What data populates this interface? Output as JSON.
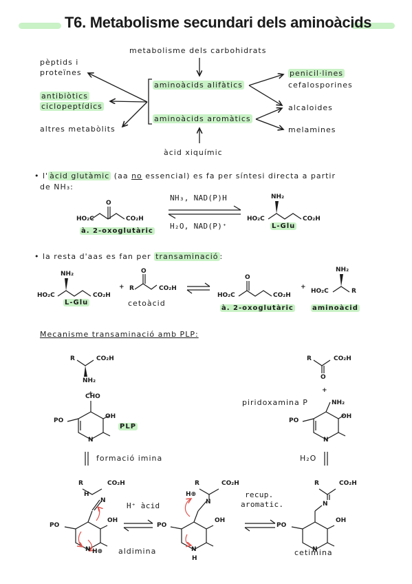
{
  "title": "T6. Metabolisme secundari dels aminoàcids",
  "top": {
    "carbohydrates": "metabolisme dels carbohidrats",
    "peptids_1": "pèptids i",
    "peptids_2": "proteïnes",
    "antibiotics_1": "antibiòtics",
    "antibiotics_2": "ciclopeptídics",
    "altres": "altres metabòlits",
    "aliphatic": "aminoàcids alifàtics",
    "aromatic": "aminoàcids aromàtics",
    "penicillines": "penicil·lines",
    "cefalosporines": "cefalosporines",
    "alcaloides": "alcaloides",
    "melamines": "melamines",
    "xiquimic": "àcid xiquímic"
  },
  "glu": {
    "line1_a": "• l'",
    "line1_hl": "àcid glutàmic",
    "line1_b": " (aa ",
    "line1_no": "no",
    "line1_c": " essencial) es fa per síntesi directa a partir",
    "line2": "de NH₃:",
    "reagent_top": "NH₃, NAD(P)H",
    "reagent_bottom": "H₂O, NAD(P)⁺",
    "left_label": "à. 2-oxoglutàric",
    "right_label": "L-Glu"
  },
  "trans": {
    "line": "• la resta d'aas es fan per ",
    "line_hl": "transaminació",
    "line_end": ":",
    "lglu": "L-Glu",
    "cetoacid": "cetoàcid",
    "oxo": "à. 2-oxoglutàric",
    "aminoacid": "aminoàcid"
  },
  "mech": {
    "heading": "Mecanisme transaminació amb PLP:",
    "plp": "PLP",
    "piridoxamina": "piridoxamina P",
    "formacio": "formació imina",
    "h2o": "H₂O",
    "aldimina": "aldimina",
    "cetimina": "cetimina",
    "hacid": "H⁺ àcid",
    "recup_1": "recup.",
    "recup_2": "aromatic."
  },
  "chem_labels": {
    "ho2c": "HO₂C",
    "co2h": "CO₂H",
    "nh2": "NH₂",
    "o": "O",
    "r": "R",
    "cho": "CHO",
    "oh": "OH",
    "po": "PO",
    "n": "N",
    "h": "H",
    "hplus": "H⊕",
    "plus": "+",
    "nh3": "NH₃"
  },
  "colors": {
    "highlight": "#c9f2c6",
    "arrow_red": "#e0504a"
  }
}
